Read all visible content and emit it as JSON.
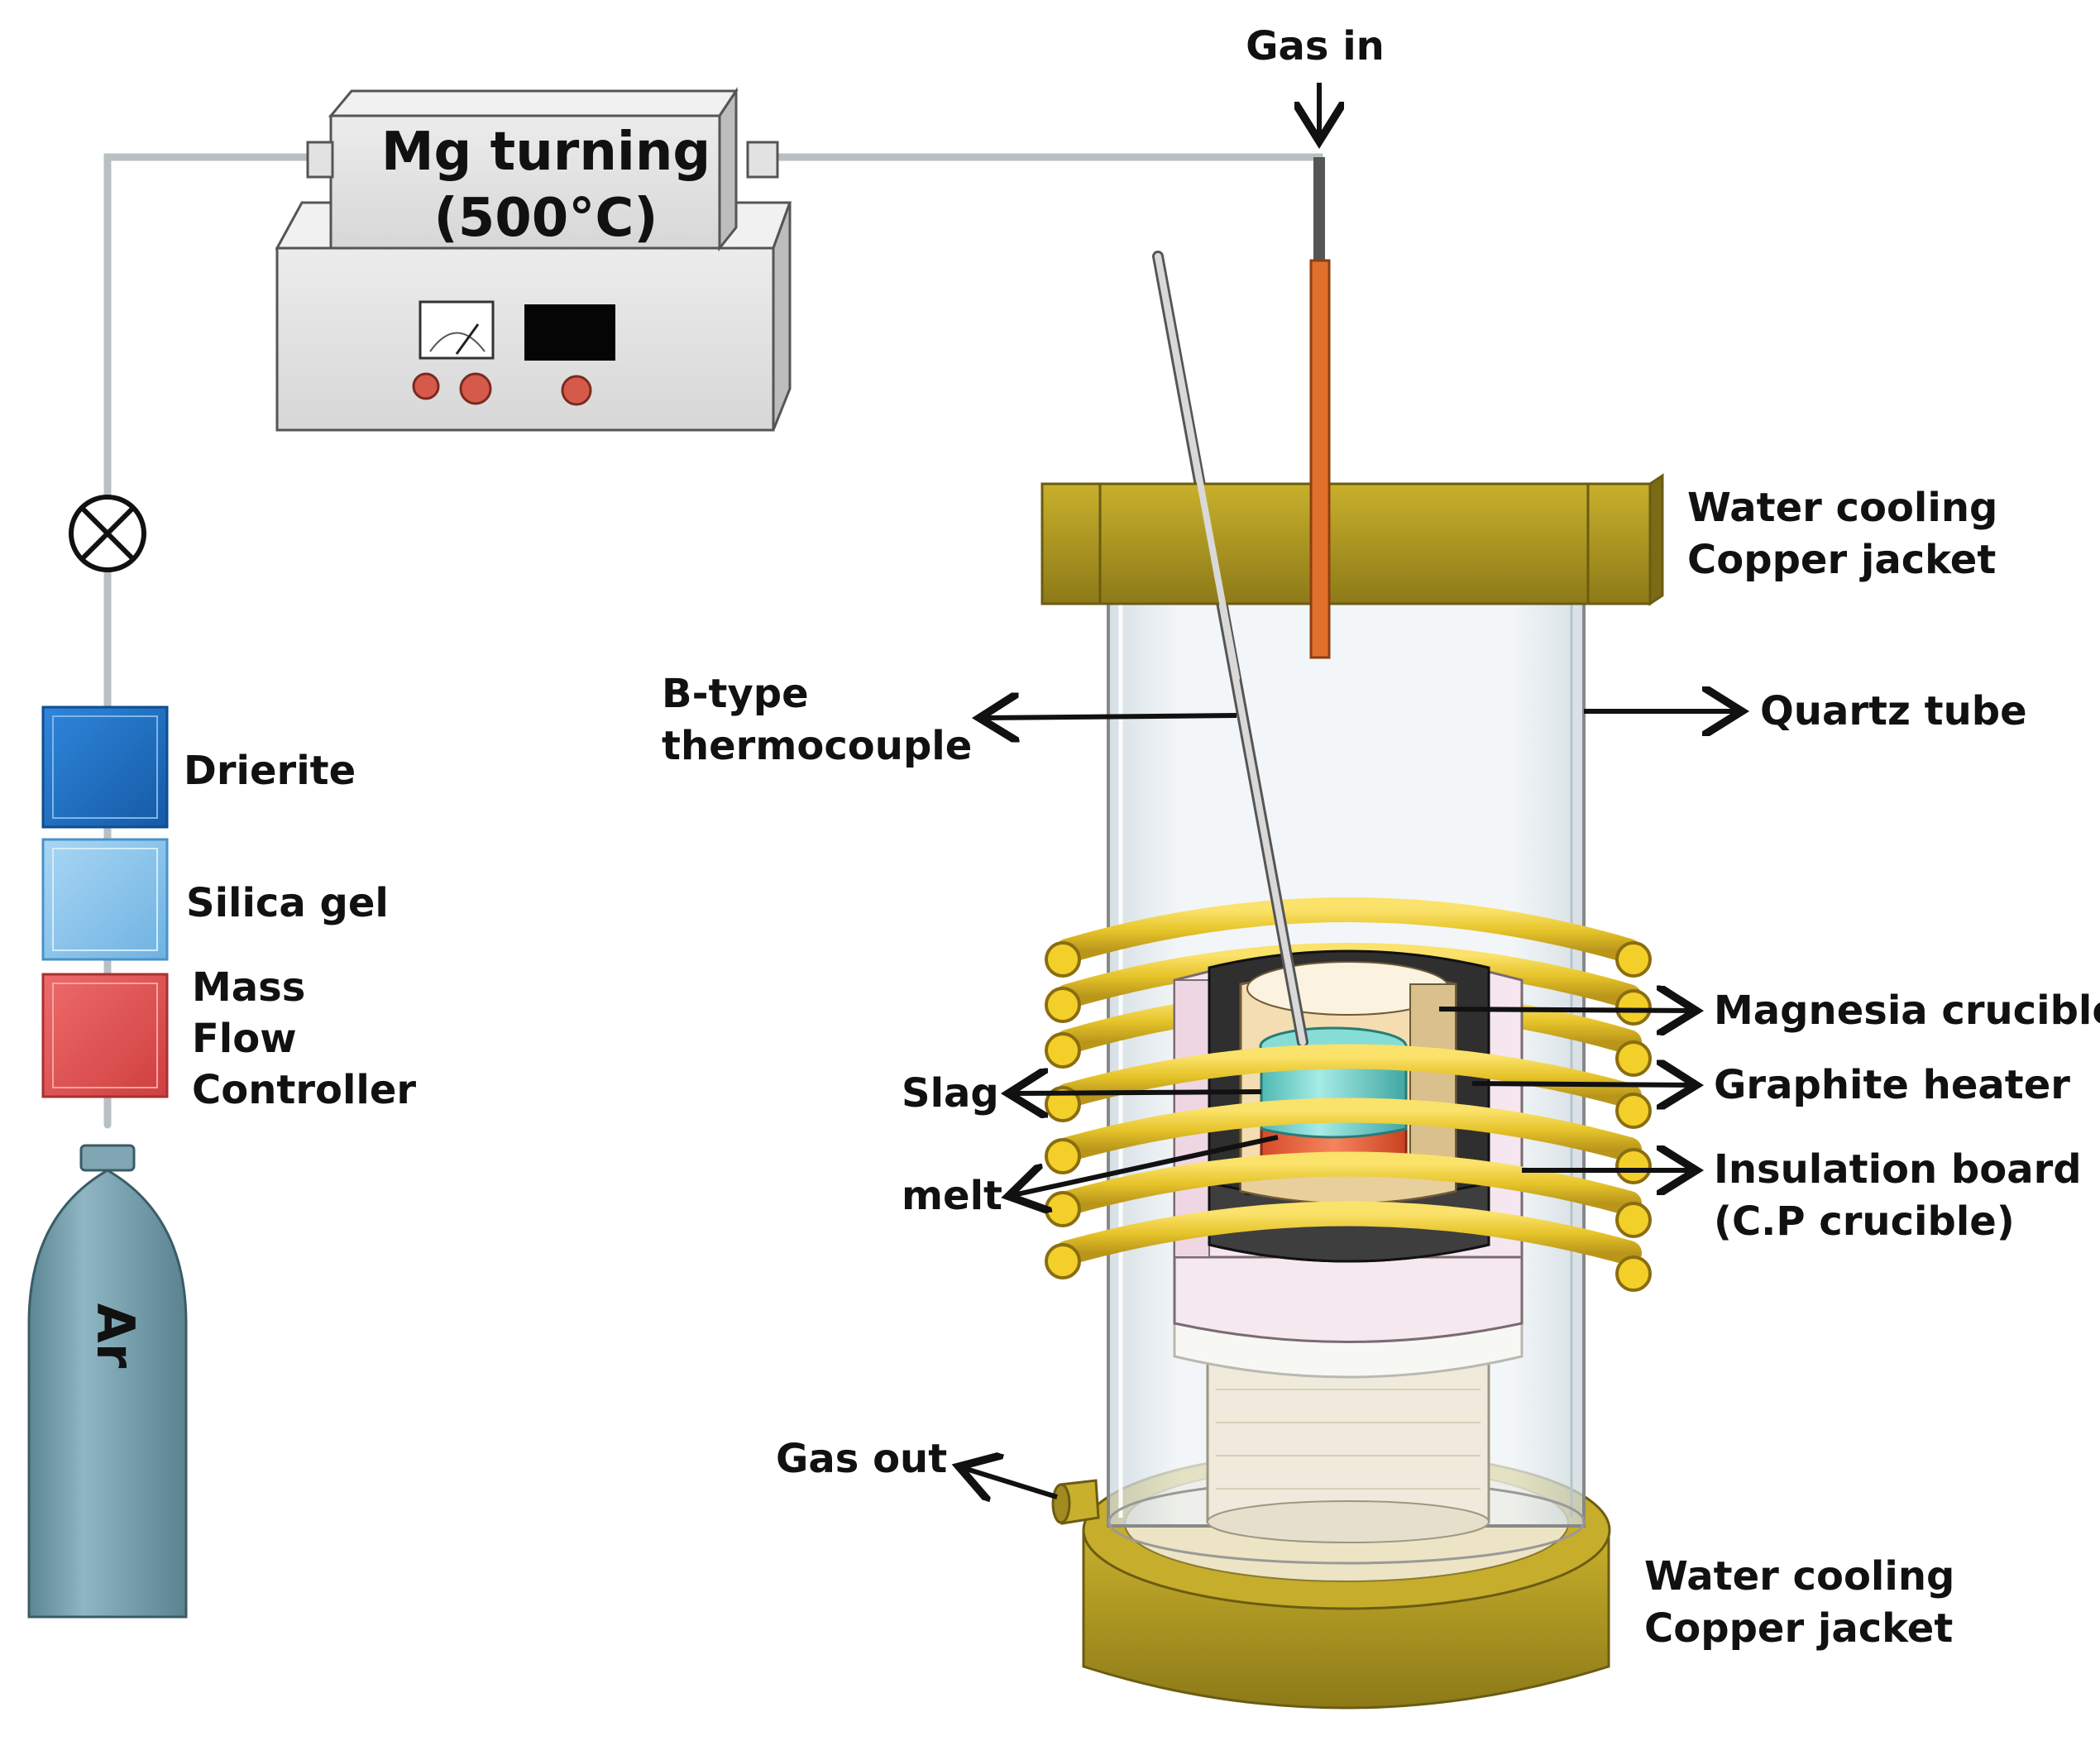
{
  "colors": {
    "copper_jacket": "#b09a22",
    "quartz_tube": "#e6eef3",
    "coil": "#e7c62c",
    "graphite": "#333333",
    "insulation": "#f3dde9",
    "magnesia": "#f5e2b4",
    "slag": "#6fd2cc",
    "melt": "#e8623f",
    "drierite": "#1e6fc4",
    "silica_gel": "#8cc6ee",
    "mass_flow_controller": "#e05555",
    "ar_cylinder": "#6e9aa8",
    "gas_line": "#b9c0c4",
    "gas_inlet_tube": "#e0702b"
  },
  "furnace": {
    "mg_box_label_line1": "Mg turning",
    "mg_box_label_line2": "(500°C)",
    "gas_in": "Gas in",
    "gas_out": "Gas out",
    "top_jacket_line1": "Water cooling",
    "top_jacket_line2": "Copper jacket",
    "bottom_jacket_line1": "Water cooling",
    "bottom_jacket_line2": "Copper jacket",
    "thermocouple_line1": "B-type",
    "thermocouple_line2": "thermocouple",
    "quartz_tube": "Quartz tube",
    "magnesia_crucible": "Magnesia crucible",
    "graphite_heater": "Graphite heater",
    "insulation_line1": "Insulation board",
    "insulation_line2": "(C.P crucible)",
    "slag": "Slag",
    "melt": "melt"
  },
  "gas_train": {
    "drierite": "Drierite",
    "silica_gel": "Silica gel",
    "mfc_line1": "Mass",
    "mfc_line2": "Flow",
    "mfc_line3": "Controller",
    "cylinder": "Ar"
  },
  "icons": {
    "valve": "valve-icon",
    "gauge": "analog-gauge-icon",
    "display": "digital-display-icon",
    "knobs": "control-knob-icon"
  }
}
